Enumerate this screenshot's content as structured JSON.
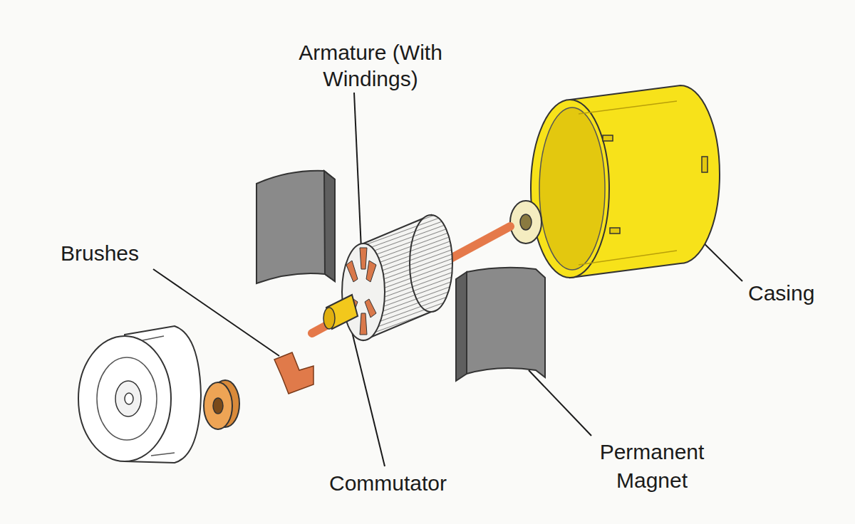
{
  "diagram": {
    "labels": [
      "Armature (With Windings)",
      "Brushes",
      "Casing",
      "Commutator",
      "Permanent Magnet"
    ]
  }
}
